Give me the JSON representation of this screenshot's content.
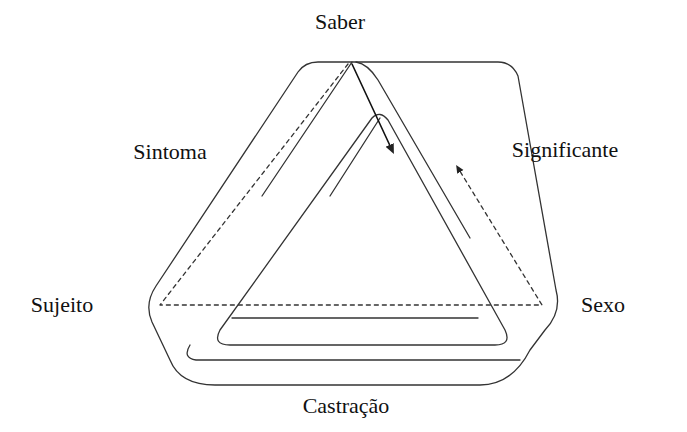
{
  "diagram": {
    "labels": [
      "Saber",
      "Sintoma",
      "Significante",
      "Sujeito",
      "Sexo",
      "Castração"
    ]
  }
}
